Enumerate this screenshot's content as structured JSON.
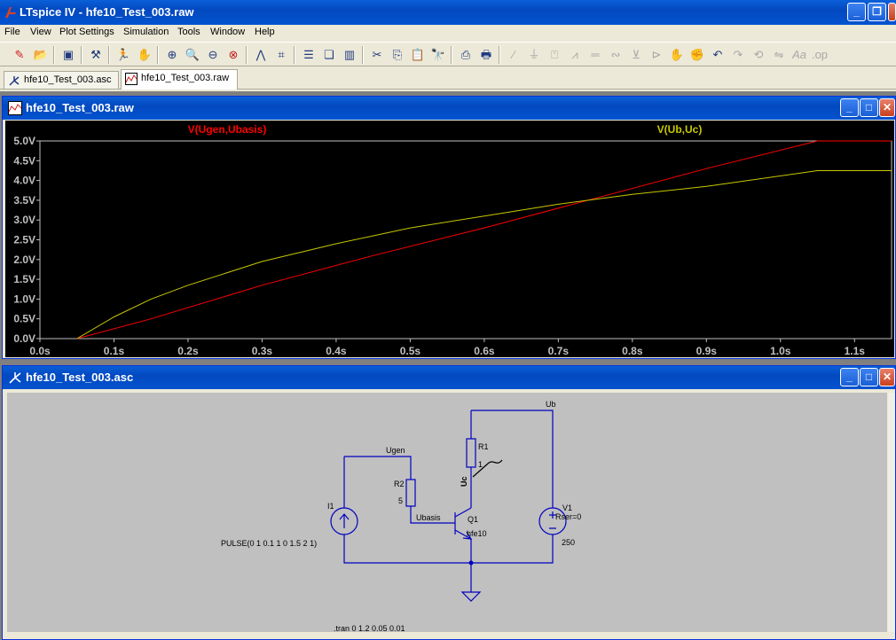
{
  "app": {
    "title": "LTspice IV - hfe10_Test_003.raw"
  },
  "menu": [
    "File",
    "View",
    "Plot Settings",
    "Simulation",
    "Tools",
    "Window",
    "Help"
  ],
  "toolbar_icons": [
    "new-schematic-icon",
    "open-icon",
    "save-icon",
    "control-panel-icon",
    "run-icon",
    "halt-icon",
    "zoom-in-icon",
    "zoom-area-icon",
    "zoom-out-icon",
    "zoom-cancel-icon",
    "autorange-icon",
    "mark-icon",
    "tile-horizontal-icon",
    "cascade-icon",
    "tile-vertical-icon",
    "cut-icon",
    "copy-icon",
    "paste-icon",
    "find-icon",
    "print-setup-icon",
    "print-icon",
    "wire-icon",
    "ground-icon",
    "label-icon",
    "resistor-icon",
    "capacitor-icon",
    "inductor-icon",
    "diode-icon",
    "component-icon",
    "move-icon",
    "drag-icon",
    "undo-icon",
    "redo-icon",
    "rotate-icon",
    "mirror-icon",
    "text-icon",
    "spice-directive-icon"
  ],
  "tabs": [
    {
      "label": "hfe10_Test_003.asc",
      "icon": "schematic-icon"
    },
    {
      "label": "hfe10_Test_003.raw",
      "icon": "waveform-icon"
    }
  ],
  "plot_window": {
    "title": "hfe10_Test_003.raw"
  },
  "schematic_window": {
    "title": "hfe10_Test_003.asc"
  },
  "chart_data": {
    "type": "line",
    "title": "",
    "xlabel": "",
    "ylabel": "",
    "xlim": [
      0,
      1.15
    ],
    "ylim": [
      0,
      5
    ],
    "x_ticks": [
      "0.0s",
      "0.1s",
      "0.2s",
      "0.3s",
      "0.4s",
      "0.5s",
      "0.6s",
      "0.7s",
      "0.8s",
      "0.9s",
      "1.0s",
      "1.1s"
    ],
    "y_ticks": [
      "0.0V",
      "0.5V",
      "1.0V",
      "1.5V",
      "2.0V",
      "2.5V",
      "3.0V",
      "3.5V",
      "4.0V",
      "4.5V",
      "5.0V"
    ],
    "series": [
      {
        "name": "V(Ugen,Ubasis)",
        "color": "#ff0000",
        "x": [
          0.05,
          0.15,
          0.3,
          0.45,
          0.6,
          0.75,
          0.9,
          1.05,
          1.15
        ],
        "y": [
          0.0,
          0.5,
          1.35,
          2.1,
          2.8,
          3.55,
          4.3,
          5.0,
          5.0
        ]
      },
      {
        "name": "V(Ub,Uc)",
        "color": "#c8c800",
        "x": [
          0.05,
          0.1,
          0.15,
          0.2,
          0.3,
          0.4,
          0.5,
          0.6,
          0.7,
          0.8,
          0.9,
          1.05,
          1.15
        ],
        "y": [
          0.0,
          0.55,
          1.0,
          1.35,
          1.95,
          2.4,
          2.8,
          3.1,
          3.4,
          3.65,
          3.85,
          4.25,
          4.25
        ]
      }
    ],
    "grid": false,
    "legend": "top"
  },
  "schematic": {
    "labels": {
      "ub": "Ub",
      "ugen": "Ugen",
      "ubasis": "Ubasis",
      "uc": "Uc",
      "r1": "R1",
      "r1_val": "1",
      "r2": "R2",
      "r2_val": "5",
      "q1": "Q1",
      "q1_model": "hfe10",
      "i1": "I1",
      "i1_val": "PULSE(0 1 0.1 1 0 1.5 2 1)",
      "v1": "V1",
      "v1_rser": "Rser=0",
      "v1_val": "250",
      "directive": ".tran 0 1.2 0.05 0.01"
    }
  }
}
